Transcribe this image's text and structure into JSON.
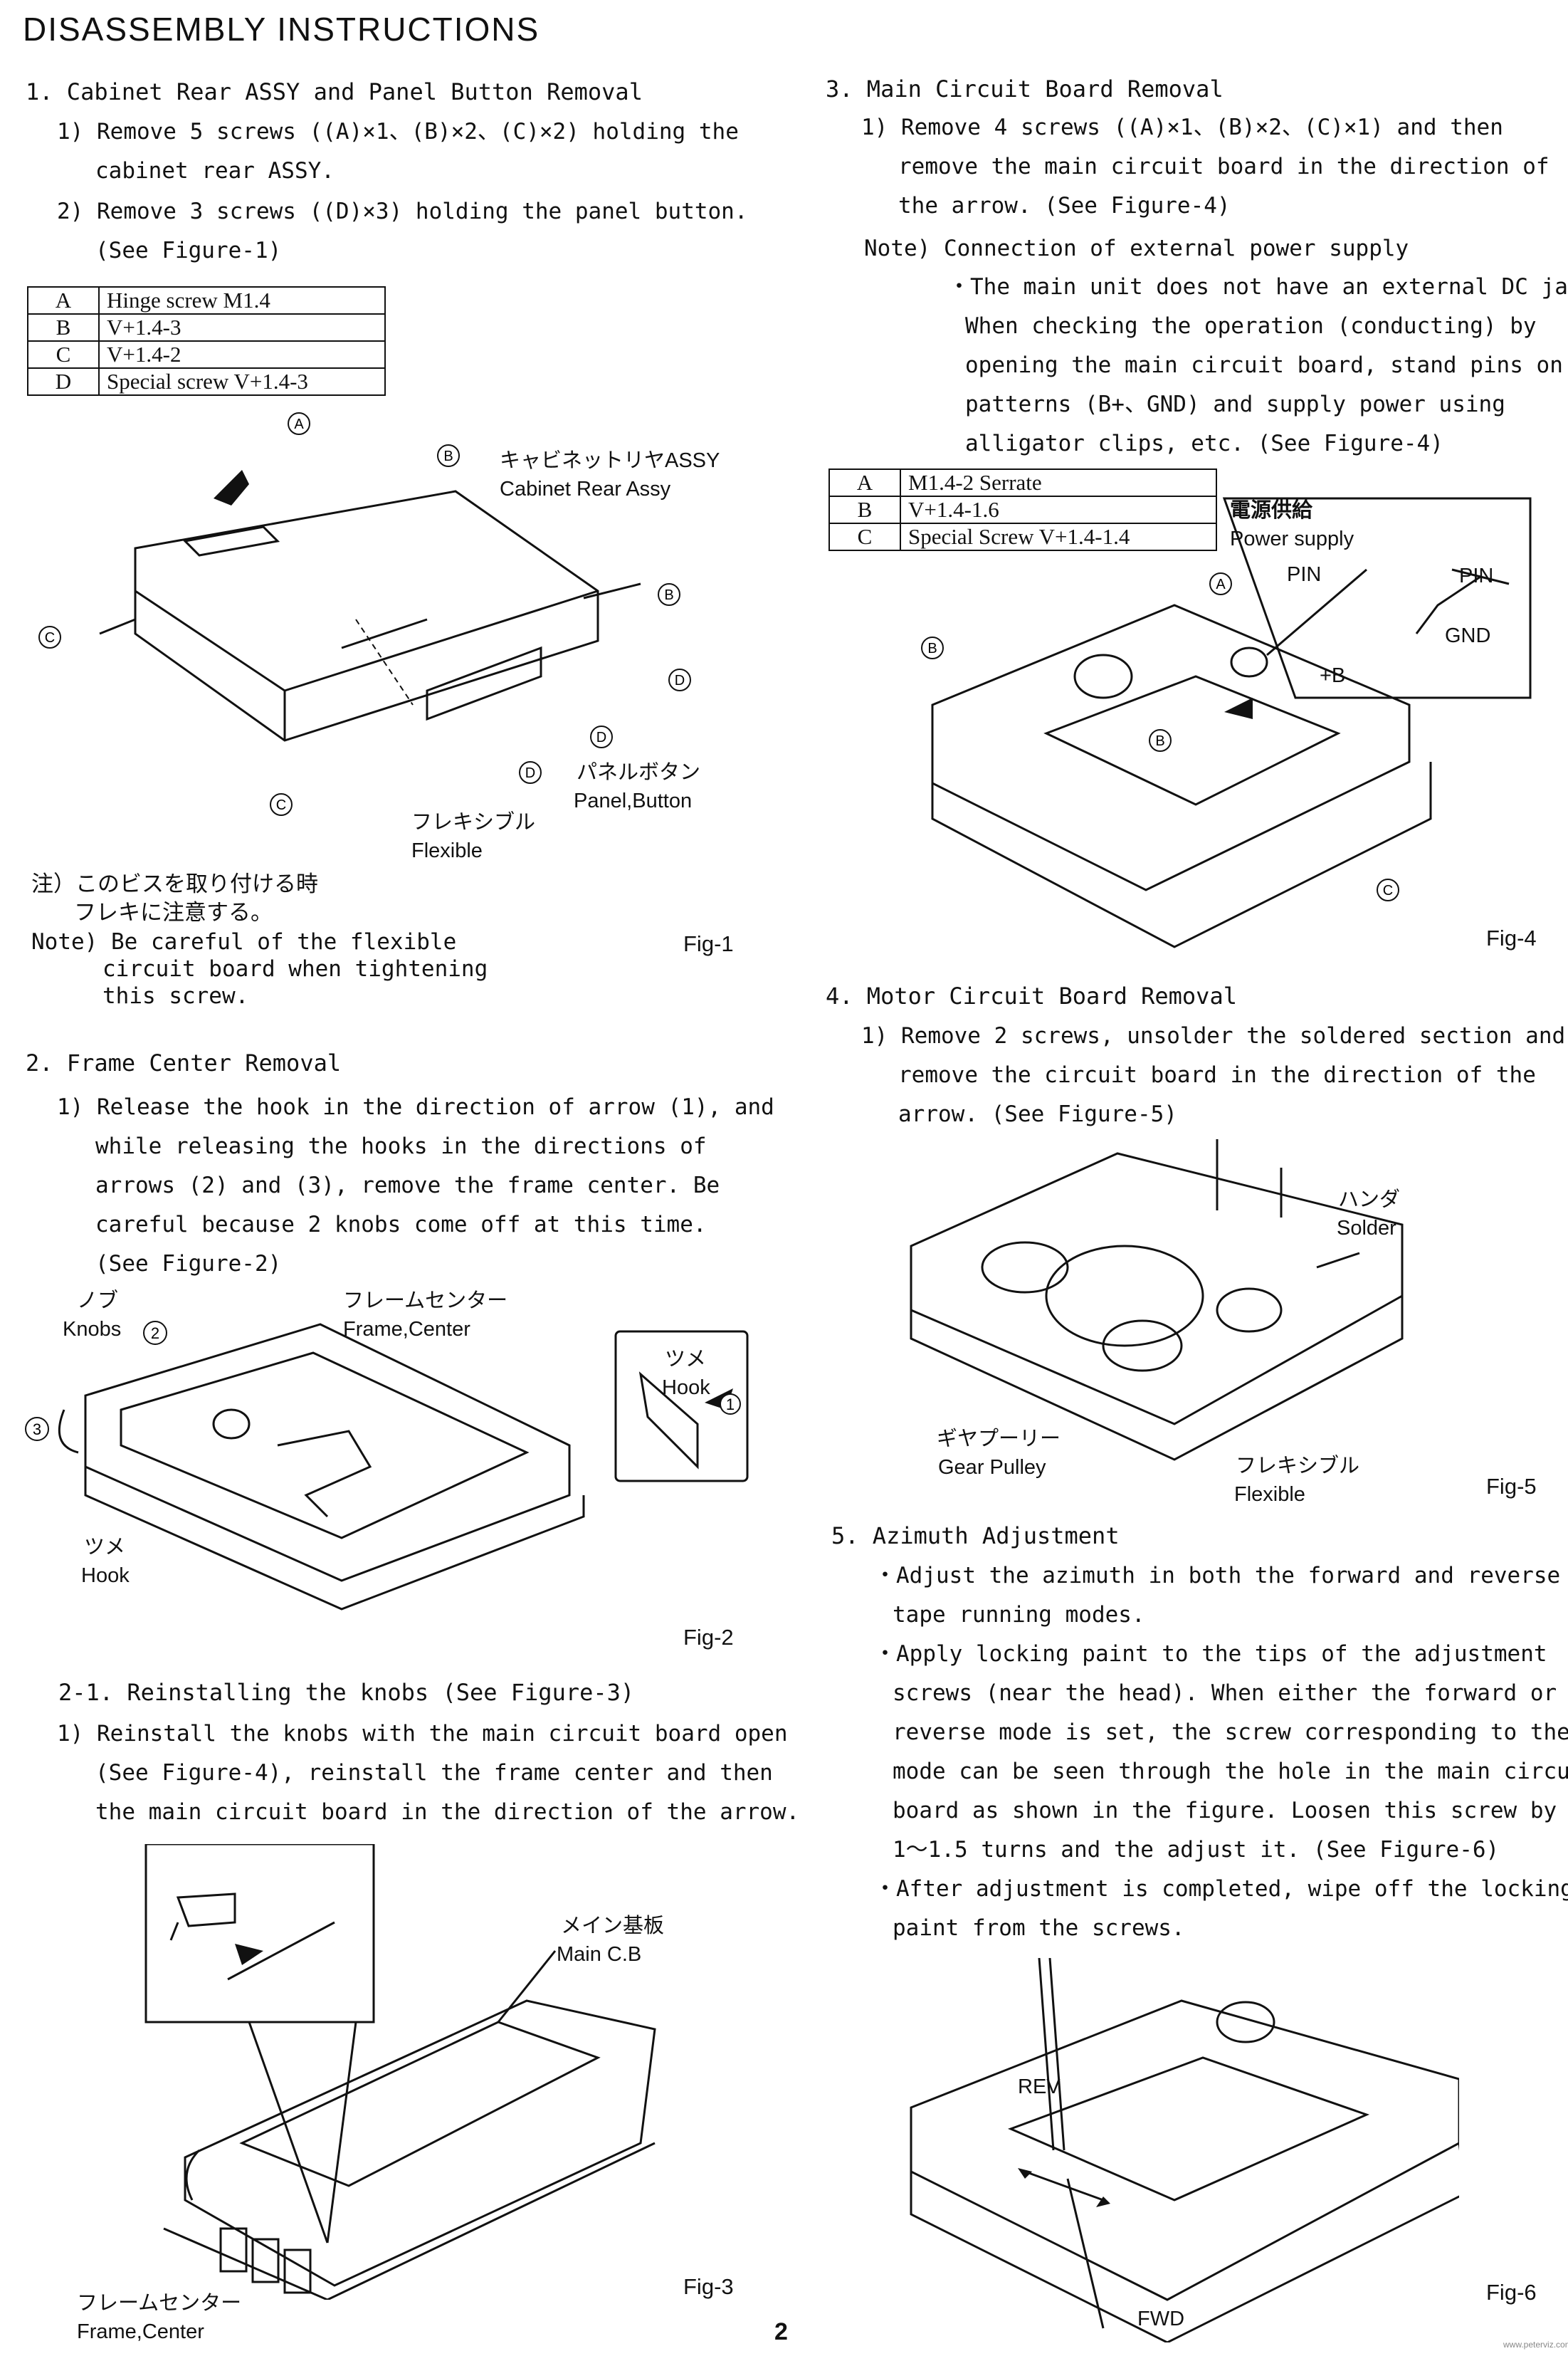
{
  "title": "DISASSEMBLY INSTRUCTIONS",
  "page_number": "2",
  "watermark": "www.peterviz.com",
  "s1": {
    "heading": "1. Cabinet Rear ASSY and Panel Button Removal",
    "step1_l1": "1) Remove 5 screws ((A)×1、(B)×2、(C)×2) holding the",
    "step1_l2": "cabinet rear ASSY.",
    "step2_l1": "2) Remove 3 screws ((D)×3) holding the panel button.",
    "step2_l2": "(See Figure-1)",
    "table": [
      [
        "A",
        "Hinge screw M1.4"
      ],
      [
        "B",
        "V+1.4-3"
      ],
      [
        "C",
        "V+1.4-2"
      ],
      [
        "D",
        "Special screw V+1.4-3"
      ]
    ],
    "fig_labels": {
      "a": "A",
      "b1": "B",
      "b2": "B",
      "c1": "C",
      "c2": "C",
      "d1": "D",
      "d2": "D",
      "d3": "D",
      "cab_jp": "キャビネットリヤASSY",
      "cab_en": "Cabinet Rear Assy",
      "panel_jp": "パネルボタン",
      "panel_en": "Panel,Button",
      "flex_jp": "フレキシブル",
      "flex_en": "Flexible"
    },
    "note_jp_l1": "注）このビスを取り付ける時",
    "note_jp_l2": "フレキに注意する。",
    "note_en_l1": "Note) Be careful of the flexible",
    "note_en_l2": "circuit board when tightening",
    "note_en_l3": "this screw.",
    "fig": "Fig-1"
  },
  "s2": {
    "heading": "2. Frame Center Removal",
    "l1": "1) Release the hook in the direction of arrow (1), and",
    "l2": "while releasing the hooks in the directions of",
    "l3": "arrows (2) and (3), remove the frame center. Be",
    "l4": "careful because 2 knobs come off at this time.",
    "l5": "(See Figure-2)",
    "fig_labels": {
      "knobs_jp": "ノブ",
      "knobs_en": "Knobs",
      "n2": "2",
      "n3": "3",
      "n1": "1",
      "frame_jp": "フレームセンター",
      "frame_en": "Frame,Center",
      "hook_jp": "ツメ",
      "hook_en": "Hook",
      "hook2_jp": "ツメ",
      "hook2_en": "Hook"
    },
    "fig": "Fig-2"
  },
  "s21": {
    "heading": "2-1. Reinstalling the knobs (See Figure-3)",
    "l1": "1) Reinstall the knobs with the main circuit board open",
    "l2": "(See Figure-4), reinstall the frame center and then",
    "l3": "the main circuit board in the direction of the arrow.",
    "fig_labels": {
      "main_jp": "メイン基板",
      "main_en": "Main C.B",
      "frame_jp": "フレームセンター",
      "frame_en": "Frame,Center"
    },
    "fig": "Fig-3"
  },
  "s3": {
    "heading": "3. Main Circuit Board Removal",
    "l1": "1) Remove 4 screws ((A)×1、(B)×2、(C)×1) and then",
    "l2": "remove the main circuit board in the direction of",
    "l3": "the arrow. (See Figure-4)",
    "note_head": "Note) Connection of external power supply",
    "n1": "・The main unit does not have an external DC jack.",
    "n2": "When checking the operation (conducting) by",
    "n3": "opening the main circuit board, stand pins on",
    "n4": "patterns (B+、GND) and supply power using",
    "n5": "alligator clips, etc. (See Figure-4)",
    "table": [
      [
        "A",
        "M1.4-2 Serrate"
      ],
      [
        "B",
        "V+1.4-1.6"
      ],
      [
        "C",
        "Special Screw V+1.4-1.4"
      ]
    ],
    "fig_labels": {
      "power_jp": "電源供給",
      "power_en": "Power supply",
      "pin1": "PIN",
      "pin2": "PIN",
      "gnd": "GND",
      "bplus": "+B",
      "a": "A",
      "b1": "B",
      "b2": "B",
      "c": "C"
    },
    "fig": "Fig-4"
  },
  "s4": {
    "heading": "4. Motor Circuit Board Removal",
    "l1": "1) Remove 2 screws, unsolder the soldered section and",
    "l2": "remove the circuit board in the direction of the",
    "l3": "arrow. (See Figure-5)",
    "fig_labels": {
      "solder_jp": "ハンダ",
      "solder_en": "Solder",
      "gear_jp": "ギヤプーリー",
      "gear_en": "Gear Pulley",
      "flex_jp": "フレキシブル",
      "flex_en": "Flexible"
    },
    "fig": "Fig-5"
  },
  "s5": {
    "heading": "5. Azimuth Adjustment",
    "b1l1": "・Adjust the azimuth in both the forward and reverse",
    "b1l2": "tape running modes.",
    "b2l1": "・Apply locking paint to the tips of the adjustment",
    "b2l2": "screws (near the head). When either the forward or",
    "b2l3": "reverse mode is set, the screw corresponding to the",
    "b2l4": "mode can be seen through the hole in the main circuit",
    "b2l5": "board as shown in the figure. Loosen this screw by",
    "b2l6": "1〜1.5 turns and the adjust it. (See Figure-6)",
    "b3l1": "・After adjustment is completed, wipe off the locking",
    "b3l2": "paint from the screws.",
    "fig_labels": {
      "rev": "REV",
      "fwd": "FWD"
    },
    "fig": "Fig-6"
  }
}
